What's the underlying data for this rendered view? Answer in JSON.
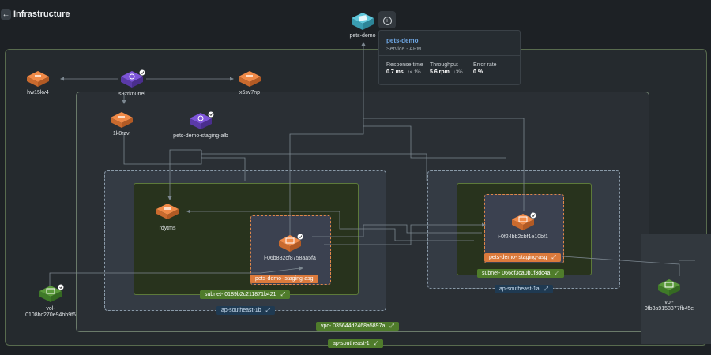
{
  "header": {
    "back_icon": "arrow-left-icon",
    "title": "Infrastructure"
  },
  "service": {
    "name": "pets-demo",
    "icon": "apm-service-icon"
  },
  "tooltip": {
    "title": "pets-demo",
    "subtitle": "Service - APM",
    "metrics": [
      {
        "label": "Response time",
        "value": "0.7 ms",
        "delta": "↑< 1%"
      },
      {
        "label": "Throughput",
        "value": "5.6 rpm",
        "delta": "↓3%"
      },
      {
        "label": "Error rate",
        "value": "0 %",
        "delta": ""
      }
    ]
  },
  "nodes": {
    "hw15kv4": "hw15kv4",
    "s9zrkn0nei": "s9zrkn0nei",
    "x6sv7np": "x6sv7np",
    "k8rzvi": "1k8rzvi",
    "alb": "pets-demo-staging-alb",
    "rdytms": "rdytms",
    "inst1": "i-06b882cf8758aa5fa",
    "inst2": "i-0f24bb2cbf1e10bf1",
    "vol1": "vol-\n0108bc270e94bb9f6",
    "vol2": "vol-\n0fb3a9158377fb45e"
  },
  "tags": {
    "asg1": "pets-demo- staging-asg",
    "asg2": "pets-demo- staging-asg",
    "subnet1": "subnet- 0189b2c211871b421",
    "subnet2": "subnet- 066cf3ca0b1f3dc4a",
    "az1": "ap-southeast-1b",
    "az2": "ap-southeast-1a",
    "vpc": "vpc- 035644d2468a5897a",
    "region": "ap-southeast-1"
  },
  "colors": {
    "orange": "#e07a3a",
    "purple": "#6b3fc4",
    "teal": "#3ab0c8",
    "green": "#4f8a32",
    "tooltip_title": "#6fa8e6"
  }
}
